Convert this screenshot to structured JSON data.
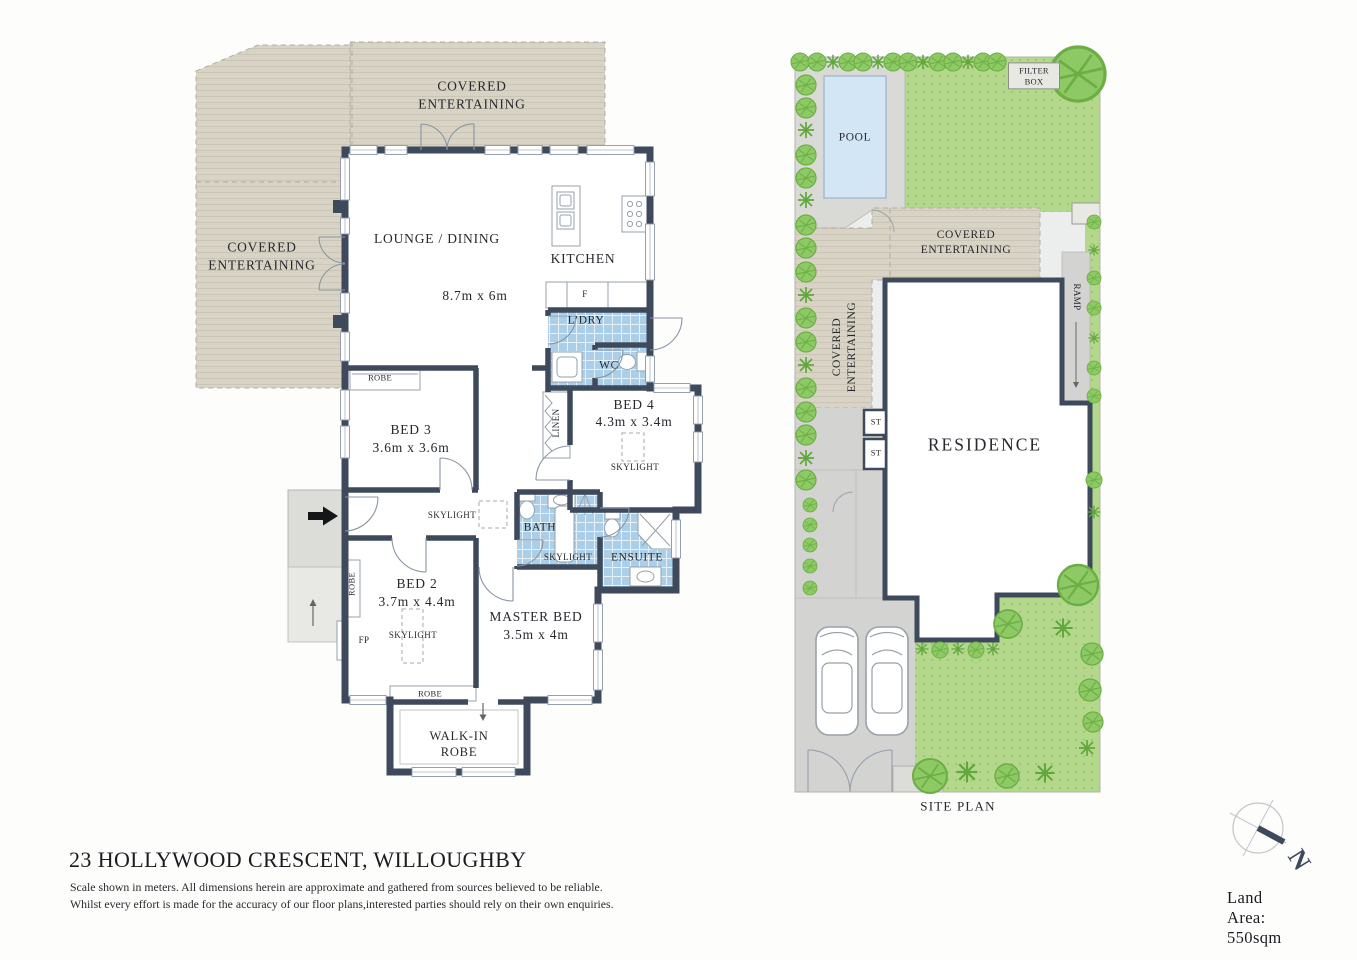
{
  "floorplan": {
    "covered": "COVERED ENTERTAINING",
    "lounge": {
      "name": "LOUNGE / DINING",
      "dims": "8.7m x 6m"
    },
    "kitchen": "KITCHEN",
    "fridge": "F",
    "laundry": "L’DRY",
    "wc": "WC",
    "bed4": {
      "name": "BED 4",
      "dims": "4.3m x 3.4m"
    },
    "bed3": {
      "name": "BED 3",
      "dims": "3.6m x 3.6m"
    },
    "bed2": {
      "name": "BED 2",
      "dims": "3.7m x 4.4m"
    },
    "master": {
      "name": "MASTER BED",
      "dims": "3.5m x 4m"
    },
    "bath": "BATH",
    "ensuite": "ENSUITE",
    "walkin": "WALK-IN ROBE",
    "robe": "ROBE",
    "skylight": "SKYLIGHT",
    "linen": "LINEN",
    "fp": "FP"
  },
  "siteplan": {
    "pool": "POOL",
    "filter_box": "FILTER BOX",
    "covered": "COVERED ENTERTAINING",
    "residence": "RESIDENCE",
    "ramp": "RAMP",
    "st": "ST",
    "label": "SITE PLAN"
  },
  "footer": {
    "address": "23 HOLLYWOOD CRESCENT, WILLOUGHBY",
    "disclaimer1": "Scale shown in meters. All dimensions herein are approximate and gathered from sources believed to be  reliable.",
    "disclaimer2": "Whilst every effort is made for the accuracy of our floor plans,interested parties should rely on their own enquiries.",
    "land_area": "Land Area: 550sqm",
    "compass_n": "N"
  },
  "colors": {
    "wall": "#3e4a5c",
    "deck": "#d8d3c5",
    "tile": "#abcfe9",
    "lawn": "#b4d88b",
    "tree": "#8dc965",
    "pool": "#d3e6f5",
    "driveway": "#d3d4d2",
    "text": "#26282e"
  }
}
